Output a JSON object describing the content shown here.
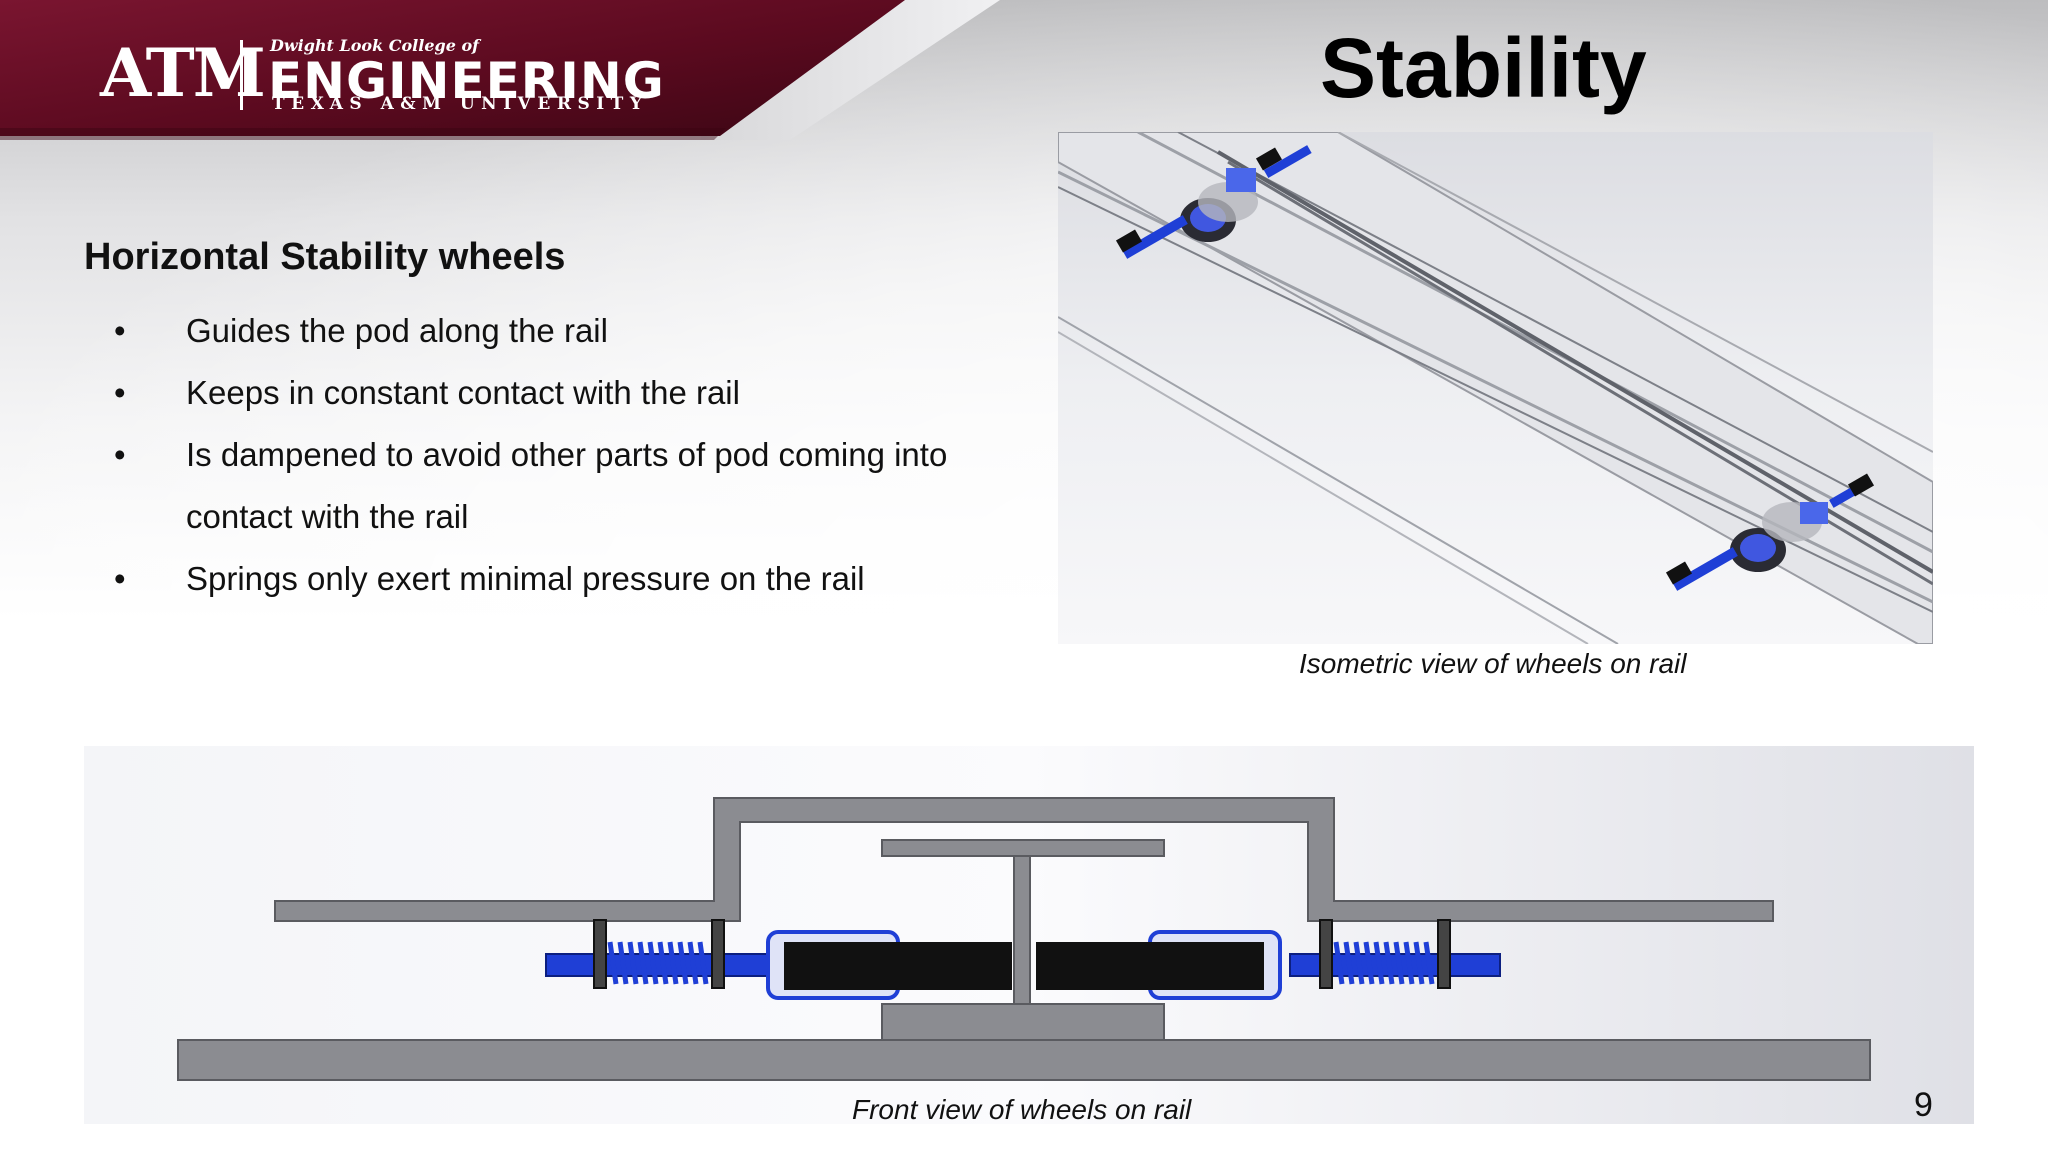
{
  "logo": {
    "mark": "ATM",
    "college_small": "Dwight Look College of",
    "college_main": "ENGINEERING",
    "university": "TEXAS A&M UNIVERSITY"
  },
  "slide": {
    "title": "Stability",
    "heading": "Horizontal Stability wheels",
    "bullets": [
      "Guides the pod along the rail",
      "Keeps in constant contact with the rail",
      "Is dampened to avoid other parts of pod coming into contact with the rail",
      "Springs only exert minimal pressure on the rail"
    ],
    "bullet_symbol": "•",
    "captions": {
      "isometric": "Isometric view of wheels on rail",
      "front": "Front view of wheels on rail"
    },
    "page_number": "9"
  },
  "colors": {
    "maroon": "#5b0a1f",
    "maroon_light": "#7a1530",
    "rail_gray": "#8a8a8e",
    "wheel_blue": "#1f3fd6",
    "wheel_black": "#111111"
  }
}
